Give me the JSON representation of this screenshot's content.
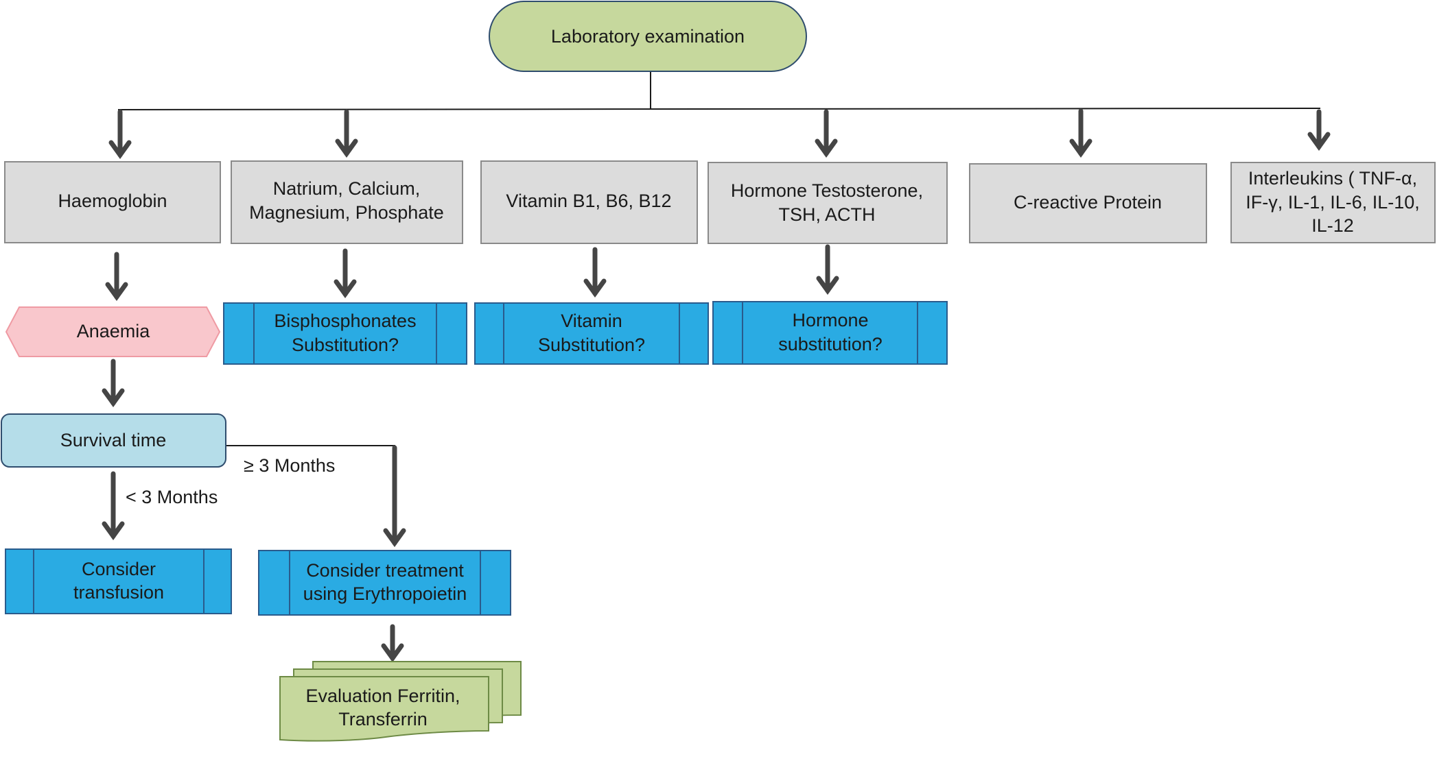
{
  "nodes": {
    "lab_exam": {
      "label": "Laboratory examination"
    },
    "haemoglobin": {
      "label": "Haemoglobin"
    },
    "electrolytes": {
      "line1": "Natrium, Calcium,",
      "line2": "Magnesium, Phosphate"
    },
    "vitamins": {
      "label": "Vitamin B1, B6, B12"
    },
    "hormones": {
      "line1": "Hormone Testosterone,",
      "line2": "TSH, ACTH"
    },
    "crp": {
      "label": "C-reactive Protein"
    },
    "interleukins": {
      "line1": "Interleukins ( TNF-α,",
      "line2": "IF-γ, IL-1, IL-6, IL-10,",
      "line3": "IL-12"
    },
    "anaemia": {
      "label": "Anaemia"
    },
    "bisphosphonates": {
      "line1": "Bisphosphonates",
      "line2": "Substitution?"
    },
    "vitamin_sub": {
      "line1": "Vitamin",
      "line2": "Substitution?"
    },
    "hormone_sub": {
      "line1": "Hormone",
      "line2": "substitution?"
    },
    "survival": {
      "label": "Survival time"
    },
    "transfusion": {
      "line1": "Consider",
      "line2": "transfusion"
    },
    "epo": {
      "line1": "Consider treatment",
      "line2": "using Erythropoietin"
    },
    "ferritin": {
      "line1": "Evaluation Ferritin,",
      "line2": "Transferrin"
    }
  },
  "edge_labels": {
    "less_3": "< 3 Months",
    "greater_3": "≥ 3 Months"
  },
  "colors": {
    "terminator": "#c6d89d",
    "terminator_border": "#2f4d6e",
    "process": "#dcdcdc",
    "process_border": "#8a8a8a",
    "predefined": "#2aabe3",
    "predefined_border": "#2a5b8c",
    "anaemia": "#f9c7cc",
    "anaemia_border": "#ef9aa3",
    "survival": "#b5dde9",
    "survival_border": "#2f4d6e",
    "document": "#c6d89d",
    "document_border": "#6d8a45",
    "arrow": "#454545",
    "line": "#1a1a1a"
  }
}
